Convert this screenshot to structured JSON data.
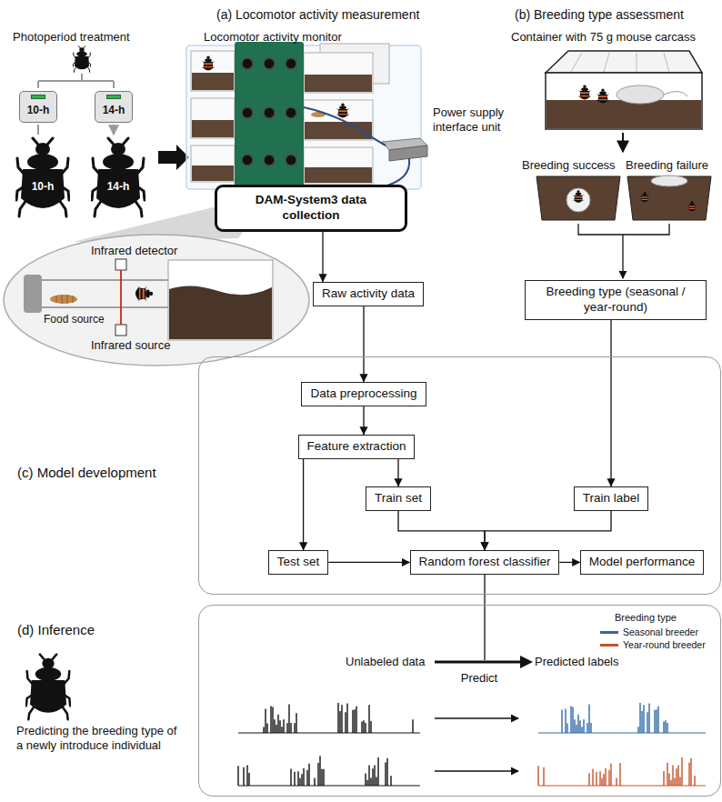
{
  "diagram": {
    "nodes": [
      {
        "text": [
          "10-h"
        ]
      },
      {
        "text": [
          "14-h"
        ]
      },
      {
        "text": [
          "DAM-System3 data collection"
        ]
      },
      {
        "text": [
          "Raw activity data"
        ]
      },
      {
        "text": [
          "Breeding type (seasonal / year-round)"
        ]
      },
      {
        "text": [
          "(c) Model development"
        ]
      },
      {
        "text": [
          "Data preprocessing"
        ],
        "in": 5
      },
      {
        "text": [
          "Feature extraction"
        ],
        "in": 5
      },
      {
        "text": [
          "Train set"
        ],
        "in": 5
      },
      {
        "text": [
          "Train label"
        ],
        "in": 5
      },
      {
        "text": [
          "Test set"
        ],
        "in": 5
      },
      {
        "text": [
          "Random forest classifier"
        ],
        "in": 5
      },
      {
        "text": [
          "Model performance"
        ],
        "in": 5
      },
      {
        "text": [
          "(d) Inference"
        ]
      }
    ],
    "edges": [
      {
        "from": 2,
        "to": 3,
        "arrow": "to"
      },
      {
        "from": 3,
        "to": 6,
        "arrow": "to"
      },
      {
        "from": 6,
        "to": 7,
        "arrow": "to"
      },
      {
        "from": 7,
        "to": 10,
        "arrow": "to"
      },
      {
        "from": 7,
        "to": 8,
        "arrow": "to"
      },
      {
        "from": 8,
        "to": 11,
        "arrow": "to"
      },
      {
        "from": 9,
        "to": 11,
        "arrow": "to"
      },
      {
        "from": 4,
        "to": 9,
        "arrow": "to"
      },
      {
        "from": 10,
        "to": 11,
        "arrow": "to"
      },
      {
        "from": 11,
        "to": 12,
        "arrow": "to"
      },
      {
        "from": 11,
        "to": 13,
        "arrow": "none"
      }
    ],
    "labels": [
      "(a) Locomotor activity measurement",
      "(b) Breeding type assessment",
      "Photoperiod treatment",
      "10-h",
      "14-h",
      "Locomotor activity monitor",
      "Power supply interface unit",
      "Infrared detector",
      "Food source",
      "Infrared source",
      "Container with 75 g mouse carcass",
      "Breeding success",
      "Breeding failure",
      "Unlabeled data",
      "Predict",
      "Predicted labels",
      "Breeding type",
      "Predicting the breeding type of a newly introduce individual"
    ],
    "legend": [
      {
        "text": "Seasonal breeder",
        "color": "#2f6aa8"
      },
      {
        "text": "Year-round breeder",
        "color": "#c4532b"
      }
    ]
  }
}
